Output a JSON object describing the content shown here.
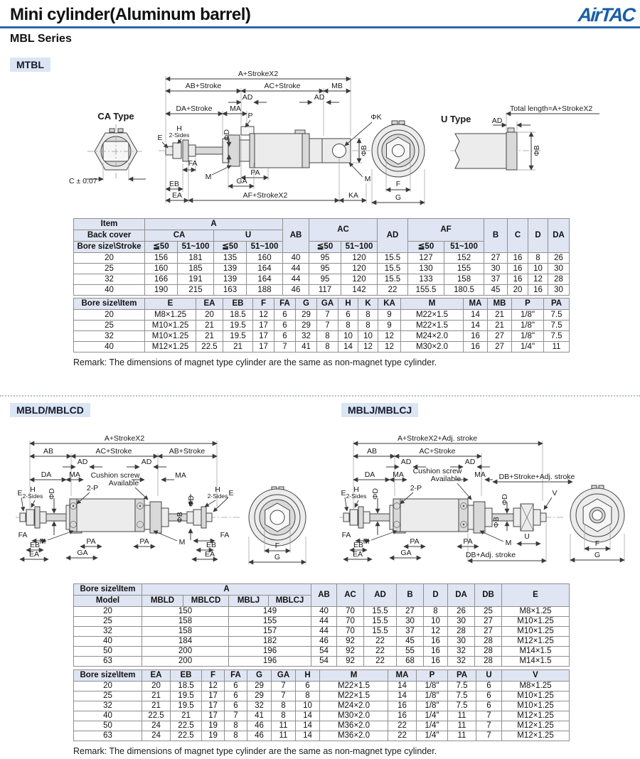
{
  "header": {
    "title": "Mini cylinder(Aluminum barrel)",
    "series": "MBL Series",
    "logo": "AirTAC"
  },
  "sections": {
    "mtbl": "MTBL",
    "mbld": "MBLD/MBLCD",
    "mblj": "MBLJ/MBLCJ"
  },
  "drawings": {
    "d1": {
      "ca_type": "CA Type",
      "c_tol": "C ± 0.07",
      "a_stroke": "A+StrokeX2",
      "ab_stroke": "AB+Stroke",
      "ac_stroke": "AC+Stroke",
      "mb": "MB",
      "ad": "AD",
      "da_stroke": "DA+Stroke",
      "ma": "MA",
      "p": "P",
      "phi_k": "ΦK",
      "e": "E",
      "h": "H",
      "two_sides": "2-Sides",
      "phi_d": "ΦD",
      "phi_b": "ΦB",
      "fa": "FA",
      "m": "M",
      "pa": "PA",
      "eb": "EB",
      "ga": "GA",
      "ea": "EA",
      "af_stroke": "AF+StrokeX2",
      "ka": "KA",
      "f": "F",
      "g": "G",
      "u_type": "U Type",
      "total_length": "Total length=A+StrokeX2"
    },
    "d2": {
      "a_stroke": "A+StrokeX2",
      "ab": "AB",
      "ac_stroke": "AC+Stroke",
      "ab_stroke": "AB+Stroke",
      "ad": "AD",
      "da": "DA",
      "ma": "MA",
      "cushion1": "Cushion screw",
      "cushion2": "Available",
      "two_p": "2-P",
      "e": "E",
      "h": "H",
      "two_sides": "2-Sides",
      "phi_d": "ΦD",
      "phi_b": "ΦB",
      "fa": "FA",
      "m": "M",
      "eb": "EB",
      "ea": "EA",
      "pa": "PA",
      "ga": "GA",
      "f": "F",
      "g": "G"
    },
    "d3": {
      "a_stroke": "A+StrokeX2+Adj. stroke",
      "ab": "AB",
      "ac_stroke": "AC+Stroke",
      "ad": "AD",
      "da": "DA",
      "ma": "MA",
      "cushion1": "Cushion screw",
      "cushion2": "Available",
      "db_stroke": "DB+Stroke+Adj. stroke",
      "two_p": "2-P",
      "e": "E",
      "h": "H",
      "two_sides": "2-Sides",
      "phi_d": "ΦD",
      "phi_b": "ΦB",
      "v": "V",
      "fa": "FA",
      "m": "M",
      "eb": "EB",
      "ea": "EA",
      "pa": "PA",
      "ga": "GA",
      "u": "U",
      "db_adj": "DB+Adj. stroke",
      "f": "F",
      "g": "G"
    }
  },
  "table1": {
    "h": {
      "item": "Item",
      "a": "A",
      "back_cover": "Back cover",
      "ca": "CA",
      "u": "U",
      "bore_stroke": "Bore size\\Stroke",
      "le50": "≦50",
      "s51": "51~100",
      "ab": "AB",
      "ac": "AC",
      "ad": "AD",
      "af": "AF",
      "b": "B",
      "c": "C",
      "d": "D",
      "da": "DA"
    },
    "rows": [
      [
        "20",
        "156",
        "181",
        "135",
        "160",
        "40",
        "95",
        "120",
        "15.5",
        "127",
        "152",
        "27",
        "16",
        "8",
        "26"
      ],
      [
        "25",
        "160",
        "185",
        "139",
        "164",
        "44",
        "95",
        "120",
        "15.5",
        "130",
        "155",
        "30",
        "16",
        "10",
        "30"
      ],
      [
        "32",
        "166",
        "191",
        "139",
        "164",
        "44",
        "95",
        "120",
        "15.5",
        "133",
        "158",
        "37",
        "16",
        "12",
        "28"
      ],
      [
        "40",
        "190",
        "215",
        "163",
        "188",
        "46",
        "117",
        "142",
        "22",
        "155.5",
        "180.5",
        "45",
        "20",
        "16",
        "30"
      ]
    ]
  },
  "table2": {
    "h": {
      "bore_item": "Bore size\\Item",
      "e": "E",
      "ea": "EA",
      "eb": "EB",
      "f": "F",
      "fa": "FA",
      "g": "G",
      "ga": "GA",
      "h": "H",
      "k": "K",
      "ka": "KA",
      "m": "M",
      "ma": "MA",
      "mb": "MB",
      "p": "P",
      "pa": "PA"
    },
    "rows": [
      [
        "20",
        "M8×1.25",
        "20",
        "18.5",
        "12",
        "6",
        "29",
        "7",
        "6",
        "8",
        "9",
        "M22×1.5",
        "14",
        "21",
        "1/8\"",
        "7.5"
      ],
      [
        "25",
        "M10×1.25",
        "21",
        "19.5",
        "17",
        "6",
        "29",
        "7",
        "8",
        "8",
        "9",
        "M22×1.5",
        "14",
        "21",
        "1/8\"",
        "7.5"
      ],
      [
        "32",
        "M10×1.25",
        "21",
        "19.5",
        "17",
        "6",
        "32",
        "8",
        "10",
        "10",
        "12",
        "M24×2.0",
        "16",
        "27",
        "1/8\"",
        "7.5"
      ],
      [
        "40",
        "M12×1.25",
        "22.5",
        "21",
        "17",
        "7",
        "41",
        "8",
        "14",
        "12",
        "12",
        "M30×2.0",
        "16",
        "27",
        "1/4\"",
        "11"
      ]
    ]
  },
  "table3": {
    "h": {
      "bore_item": "Bore size\\Item",
      "a": "A",
      "model": "Model",
      "mbld": "MBLD",
      "mblcd": "MBLCD",
      "mblj": "MBLJ",
      "mblcj": "MBLCJ",
      "ab": "AB",
      "ac": "AC",
      "ad": "AD",
      "b": "B",
      "d": "D",
      "da": "DA",
      "db": "DB",
      "e": "E"
    },
    "colspans": [
      1,
      2,
      2,
      1,
      1,
      1,
      1,
      1,
      1,
      1,
      1
    ],
    "rows": [
      [
        "20",
        "150",
        "149",
        "40",
        "70",
        "15.5",
        "27",
        "8",
        "26",
        "25",
        "M8×1.25"
      ],
      [
        "25",
        "158",
        "155",
        "44",
        "70",
        "15.5",
        "30",
        "10",
        "30",
        "27",
        "M10×1.25"
      ],
      [
        "32",
        "158",
        "157",
        "44",
        "70",
        "15.5",
        "37",
        "12",
        "28",
        "27",
        "M10×1.25"
      ],
      [
        "40",
        "184",
        "182",
        "46",
        "92",
        "22",
        "45",
        "16",
        "30",
        "28",
        "M12×1.25"
      ],
      [
        "50",
        "200",
        "196",
        "54",
        "92",
        "22",
        "55",
        "16",
        "32",
        "28",
        "M14×1.5"
      ],
      [
        "63",
        "200",
        "196",
        "54",
        "92",
        "22",
        "68",
        "16",
        "32",
        "28",
        "M14×1.5"
      ]
    ]
  },
  "table4": {
    "h": {
      "bore_item": "Bore size\\Item",
      "ea": "EA",
      "eb": "EB",
      "f": "F",
      "fa": "FA",
      "g": "G",
      "ga": "GA",
      "h": "H",
      "m": "M",
      "ma": "MA",
      "p": "P",
      "pa": "PA",
      "u": "U",
      "v": "V"
    },
    "rows": [
      [
        "20",
        "20",
        "18.5",
        "12",
        "6",
        "29",
        "7",
        "6",
        "M22×1.5",
        "14",
        "1/8\"",
        "7.5",
        "6",
        "M8×1.25"
      ],
      [
        "25",
        "21",
        "19.5",
        "17",
        "6",
        "29",
        "7",
        "8",
        "M22×1.5",
        "14",
        "1/8\"",
        "7.5",
        "6",
        "M10×1.25"
      ],
      [
        "32",
        "21",
        "19.5",
        "17",
        "6",
        "32",
        "8",
        "10",
        "M24×2.0",
        "16",
        "1/8\"",
        "7.5",
        "6",
        "M10×1.25"
      ],
      [
        "40",
        "22.5",
        "21",
        "17",
        "7",
        "41",
        "8",
        "14",
        "M30×2.0",
        "16",
        "1/4\"",
        "11",
        "7",
        "M12×1.25"
      ],
      [
        "50",
        "24",
        "22.5",
        "19",
        "8",
        "46",
        "11",
        "14",
        "M36×2.0",
        "22",
        "1/4\"",
        "11",
        "7",
        "M12×1.25"
      ],
      [
        "63",
        "24",
        "22.5",
        "19",
        "8",
        "46",
        "11",
        "14",
        "M36×2.0",
        "22",
        "1/4\"",
        "11",
        "7",
        "M12×1.25"
      ]
    ]
  },
  "remarks": {
    "r1": "Remark: The dimensions of magnet type cylinder are the same as non-magnet type cylinder.",
    "r2": "Remark: The dimensions of magnet type cylinder are the same as non-magnet type cylinder."
  }
}
